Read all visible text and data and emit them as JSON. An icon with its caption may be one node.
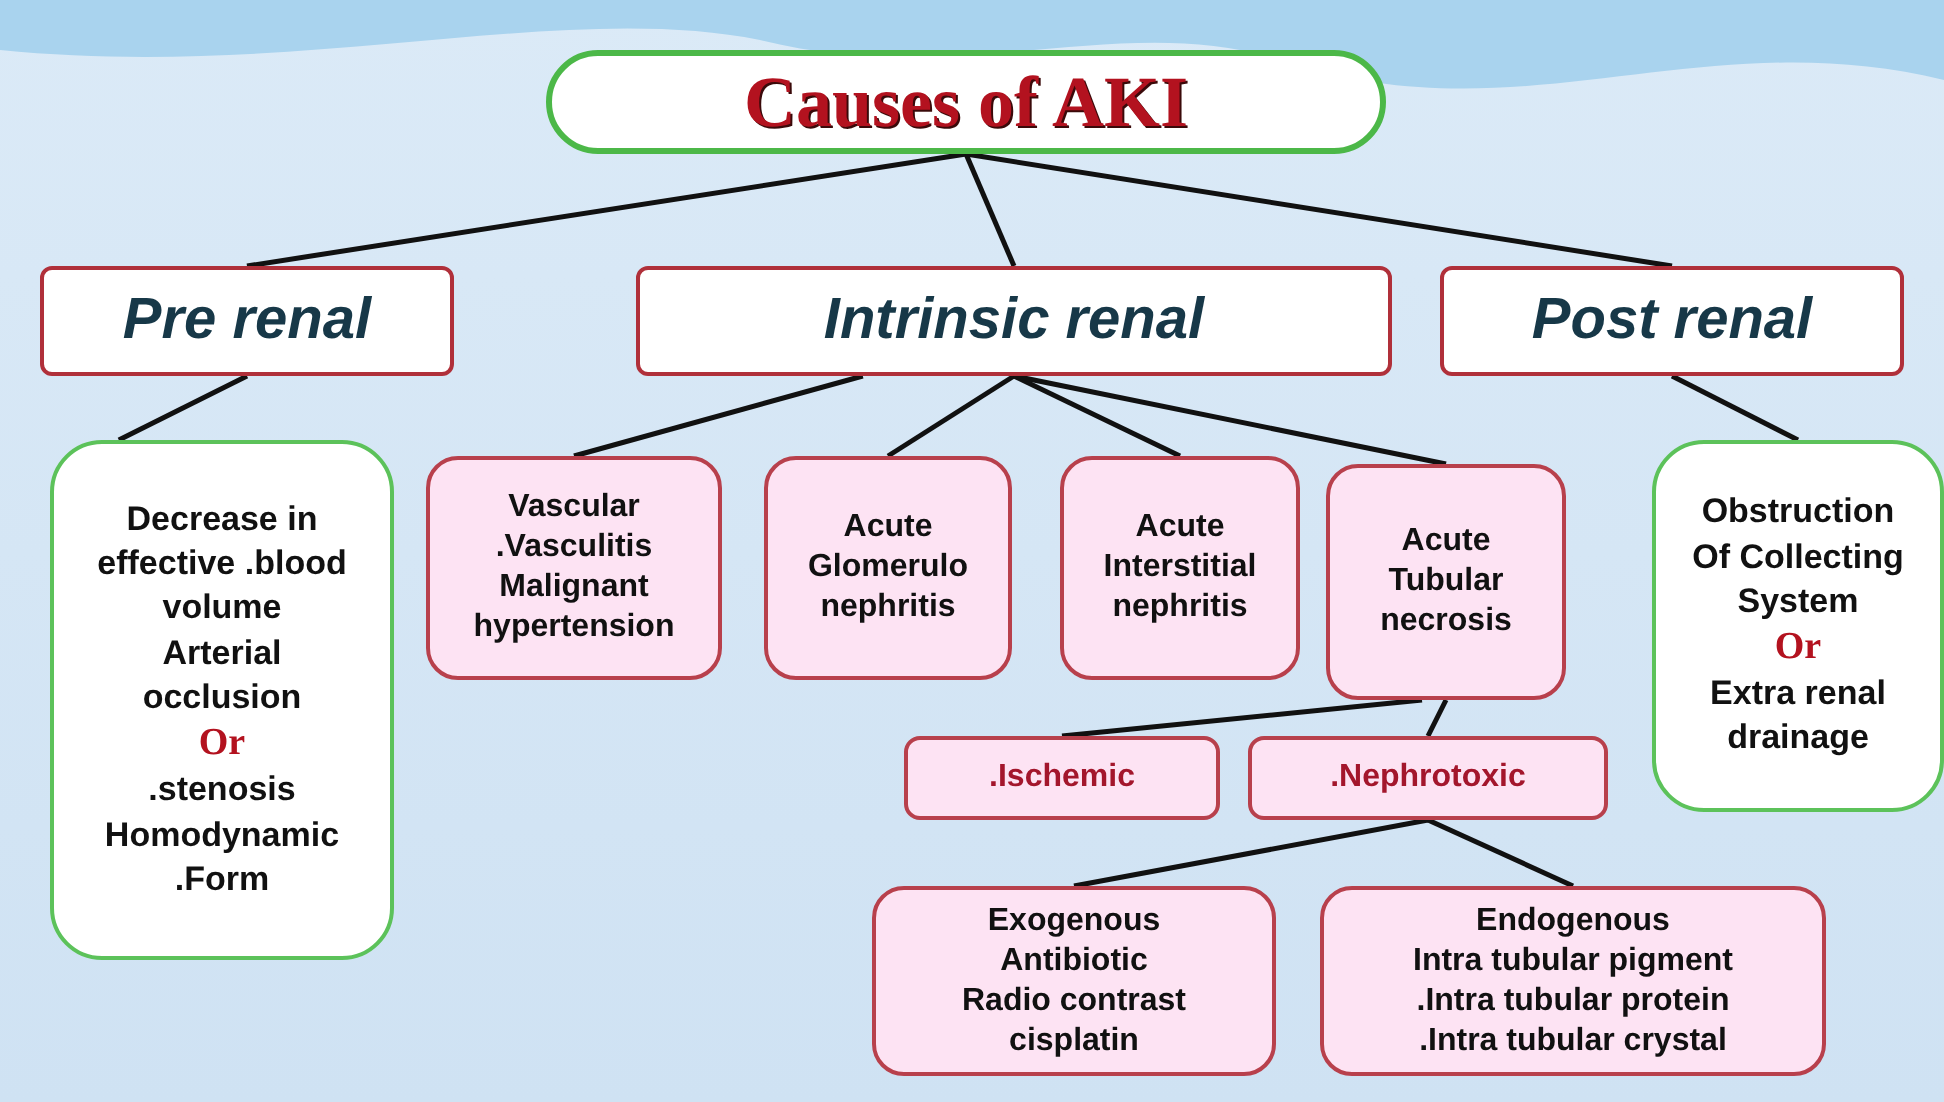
{
  "diagram": {
    "nodes": [
      {
        "text": [
          "Causes of AKI"
        ]
      },
      {
        "text": [
          "Pre renal"
        ]
      },
      {
        "text": [
          "Intrinsic renal"
        ]
      },
      {
        "text": [
          "Post renal"
        ]
      },
      {
        "text": [
          "Decrease in effective .blood volume",
          "Arterial occlusion",
          "Or",
          ".stenosis Homodynamic .Form"
        ]
      },
      {
        "text": [
          "Vascular",
          ".Vasculitis",
          "Malignant hypertension"
        ]
      },
      {
        "text": [
          "Acute Glomerulo nephritis"
        ]
      },
      {
        "text": [
          "Acute Interstitial nephritis"
        ]
      },
      {
        "text": [
          "Acute Tubular necrosis"
        ]
      },
      {
        "text": [
          "Obstruction Of Collecting System",
          "Or",
          "Extra renal drainage"
        ]
      },
      {
        "text": [
          ".Ischemic"
        ]
      },
      {
        "text": [
          ".Nephrotoxic"
        ]
      },
      {
        "text": [
          "Exogenous",
          "Antibiotic",
          "Radio contrast",
          "cisplatin"
        ]
      },
      {
        "text": [
          "Endogenous",
          "Intra tubular pigment",
          ".Intra tubular protein",
          ".Intra tubular crystal"
        ]
      }
    ],
    "edges": [
      {
        "from": 0,
        "to": 1,
        "arrow": "none"
      },
      {
        "from": 0,
        "to": 2,
        "arrow": "none"
      },
      {
        "from": 0,
        "to": 3,
        "arrow": "none"
      },
      {
        "from": 1,
        "to": 4,
        "arrow": "none"
      },
      {
        "from": 2,
        "to": 5,
        "arrow": "none"
      },
      {
        "from": 2,
        "to": 6,
        "arrow": "none"
      },
      {
        "from": 2,
        "to": 7,
        "arrow": "none"
      },
      {
        "from": 2,
        "to": 8,
        "arrow": "none"
      },
      {
        "from": 3,
        "to": 9,
        "arrow": "none"
      },
      {
        "from": 8,
        "to": 10,
        "arrow": "none"
      },
      {
        "from": 8,
        "to": 11,
        "arrow": "none"
      },
      {
        "from": 11,
        "to": 12,
        "arrow": "none"
      },
      {
        "from": 11,
        "to": 13,
        "arrow": "none"
      }
    ]
  }
}
